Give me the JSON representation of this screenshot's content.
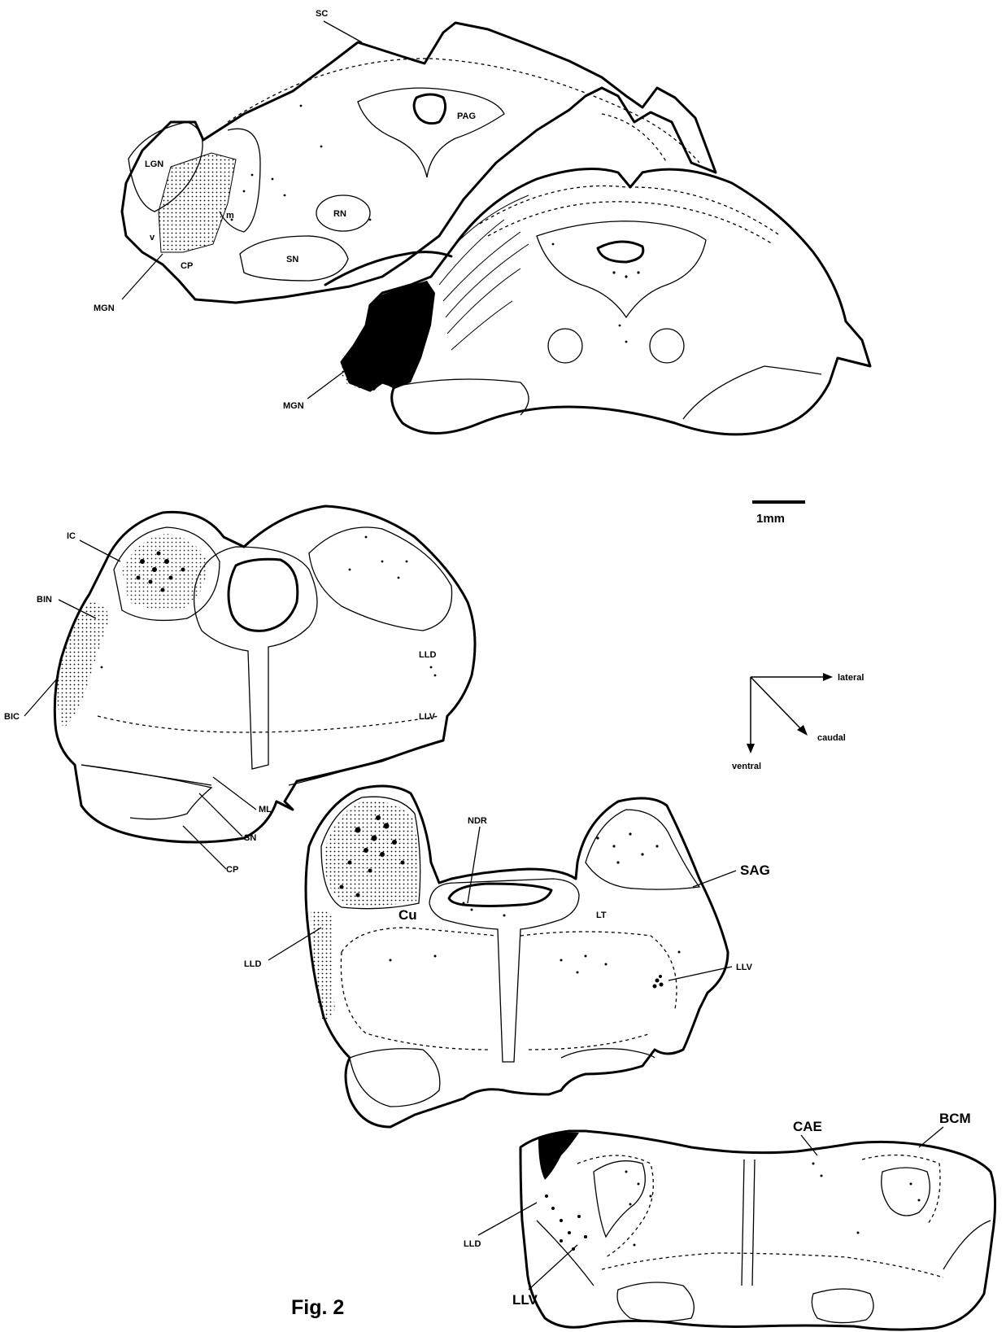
{
  "figure": {
    "title": "Fig. 2",
    "scale_label": "1mm"
  },
  "axes": {
    "lateral": "lateral",
    "caudal": "caudal",
    "ventral": "ventral"
  },
  "section1": {
    "labels": {
      "sc": "SC",
      "pag": "PAG",
      "lgn": "LGN",
      "rn": "RN",
      "m": "m",
      "v": "v",
      "cp": "CP",
      "sn": "SN",
      "mgn": "MGN"
    }
  },
  "section2": {
    "labels": {
      "mgn": "MGN"
    }
  },
  "section3": {
    "labels": {
      "ic": "IC",
      "bin": "BIN",
      "bic": "BIC",
      "lld": "LLD",
      "llv": "LLV",
      "ml": "ML",
      "sn": "SN",
      "cp": "CP"
    }
  },
  "section4": {
    "labels": {
      "ndr": "NDR",
      "sag": "SAG",
      "cu": "Cu",
      "lt": "LT",
      "lld": "LLD",
      "llv": "LLV"
    }
  },
  "section5": {
    "labels": {
      "cae": "CAE",
      "bcm": "BCM",
      "lld": "LLD",
      "llv": "LLV"
    }
  }
}
